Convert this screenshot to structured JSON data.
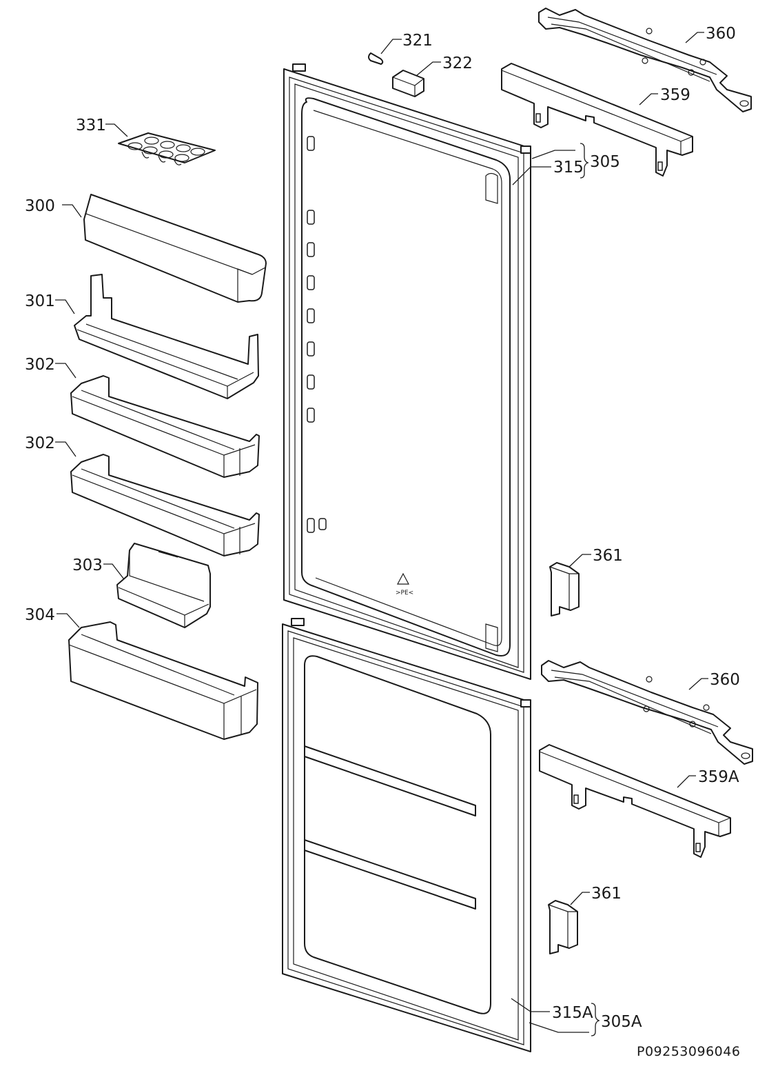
{
  "diagram": {
    "labels": {
      "l321": "321",
      "l322": "322",
      "l360a": "360",
      "l359": "359",
      "l331": "331",
      "l305": "305",
      "l315": "315",
      "l300": "300",
      "l301": "301",
      "l302a": "302",
      "l302b": "302",
      "l303": "303",
      "l304": "304",
      "l361a": "361",
      "l360b": "360",
      "l359a": "359A",
      "l361b": "361",
      "l315a": "315A",
      "l305a": "305A"
    },
    "recycle_mark": ">PE<",
    "document_id": "P09253096046"
  }
}
